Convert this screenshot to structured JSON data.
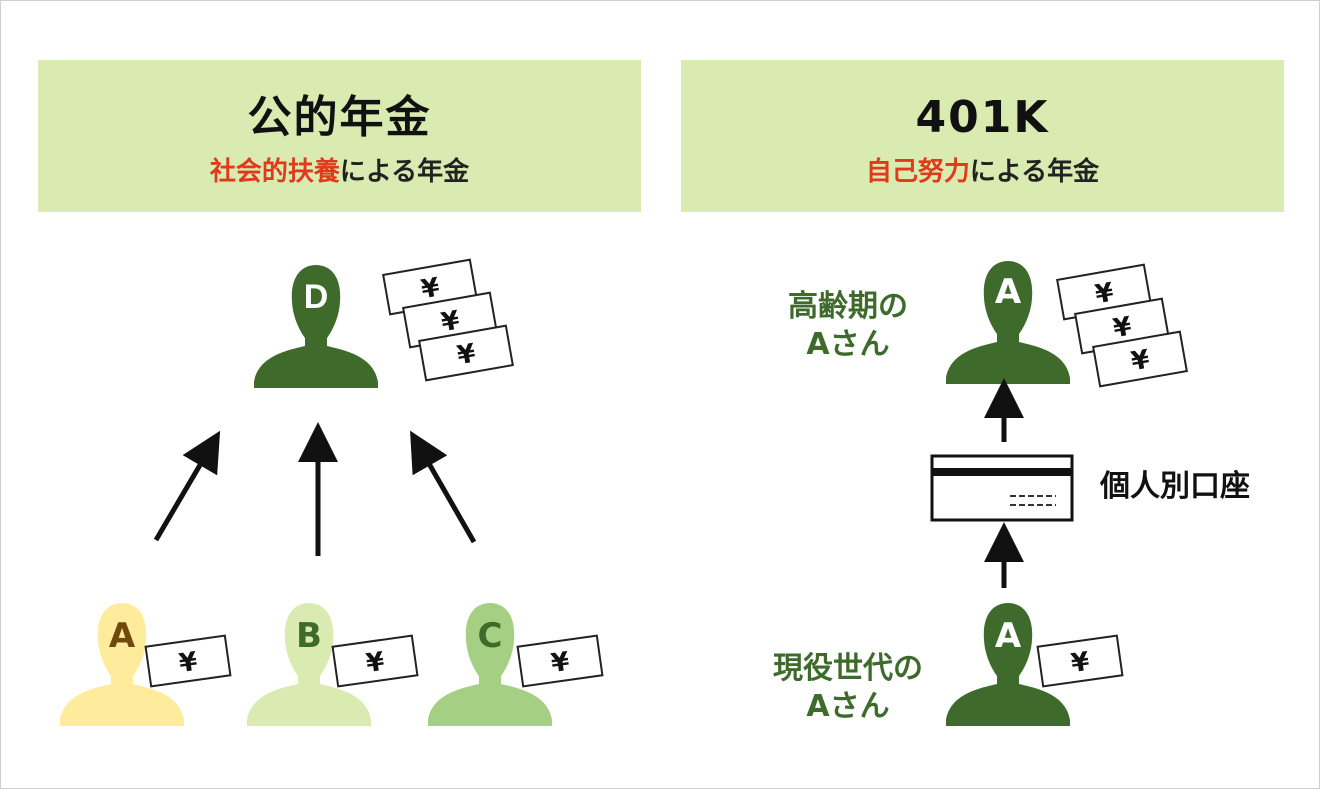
{
  "colors": {
    "header_bg": "#d9ebb0",
    "accent_red": "#e03a1a",
    "person_dark": "#3e6b2c",
    "person_yellow": "#ffeb9c",
    "person_light": "#d9ebb0",
    "person_mid": "#a5cf82"
  },
  "left": {
    "title": "公的年金",
    "subtitle_accent": "社会的扶養",
    "subtitle_rest": "による年金",
    "recipient_letter": "D",
    "contributors": [
      {
        "letter": "A"
      },
      {
        "letter": "B"
      },
      {
        "letter": "C"
      }
    ],
    "yen": "¥"
  },
  "right": {
    "title": "401K",
    "subtitle_accent": "自己努力",
    "subtitle_rest": "による年金",
    "top_letter": "A",
    "top_label_line1": "高齢期の",
    "top_label_line2": "Aさん",
    "account_label": "個人別口座",
    "bottom_letter": "A",
    "bottom_label_line1": "現役世代の",
    "bottom_label_line2": "Aさん",
    "yen": "¥"
  }
}
